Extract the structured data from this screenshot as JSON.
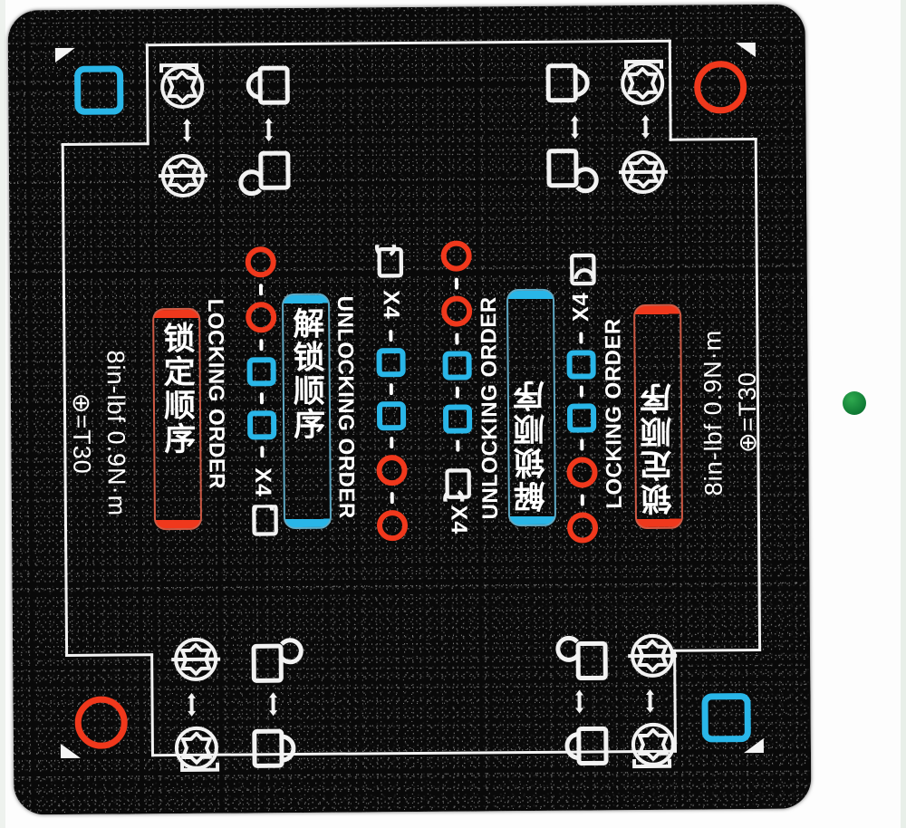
{
  "panel": {
    "description": "textured black instruction label with 180-degree rotational symmetry",
    "background_color": "#090909",
    "frame_color": "#f2f2f2"
  },
  "colors": {
    "red": "#f0381c",
    "blue": "#29b6e8",
    "white": "#ffffff",
    "green_dot": "#1d8f3e"
  },
  "corners": {
    "top_left": {
      "shape": "rounded-square",
      "color": "#29b6e8",
      "marker": "triangle"
    },
    "top_right": {
      "shape": "circle",
      "color": "#f0381c",
      "marker": "triangle"
    },
    "bottom_left": {
      "shape": "circle",
      "color": "#f0381c",
      "marker": "triangle"
    },
    "bottom_right": {
      "shape": "rounded-square",
      "color": "#29b6e8",
      "marker": "triangle"
    }
  },
  "icon_pairs": {
    "torx_pair": {
      "top": "torx-screw-locked-icon",
      "bottom": "torx-screw-unlocked-icon",
      "arrow": "double-arrow-icon"
    },
    "padlock_pair": {
      "top": "padlock-closed-icon",
      "bottom": "padlock-open-icon",
      "arrow": "double-arrow-icon"
    }
  },
  "columns": [
    {
      "id": "left-locking",
      "spec_driver": "⊕=T30",
      "spec_torque": "8in-lbf  0.9N·m",
      "box_label": "锁定顺序",
      "box_color": "#f0381c",
      "order_label": "LOCKING ORDER",
      "count_label": "X4",
      "end_icon": "padlock-closed-icon",
      "sequence": [
        "red-circle",
        "red-circle",
        "blue-square",
        "blue-square"
      ]
    },
    {
      "id": "left-unlocking",
      "box_label": "解锁顺序",
      "box_color": "#29b6e8",
      "order_label": "UNLOCKING ORDER",
      "count_label": "X4",
      "end_icon": "padlock-open-icon",
      "sequence": [
        "blue-square",
        "blue-square",
        "red-circle",
        "red-circle"
      ]
    },
    {
      "id": "right-unlocking",
      "box_label": "解锁顺序",
      "box_color": "#29b6e8",
      "order_label": "UNLOCKING ORDER",
      "count_label": "X4",
      "end_icon": "padlock-open-icon",
      "sequence": [
        "red-circle",
        "red-circle",
        "blue-square",
        "blue-square"
      ]
    },
    {
      "id": "right-locking",
      "spec_driver": "⊕=T30",
      "spec_torque": "8in-lbf  0.9N·m",
      "box_label": "锁定顺序",
      "box_color": "#f0381c",
      "order_label": "LOCKING ORDER",
      "count_label": "X4",
      "end_icon": "padlock-closed-icon",
      "sequence": [
        "blue-square",
        "blue-square",
        "red-circle",
        "red-circle"
      ]
    }
  ]
}
